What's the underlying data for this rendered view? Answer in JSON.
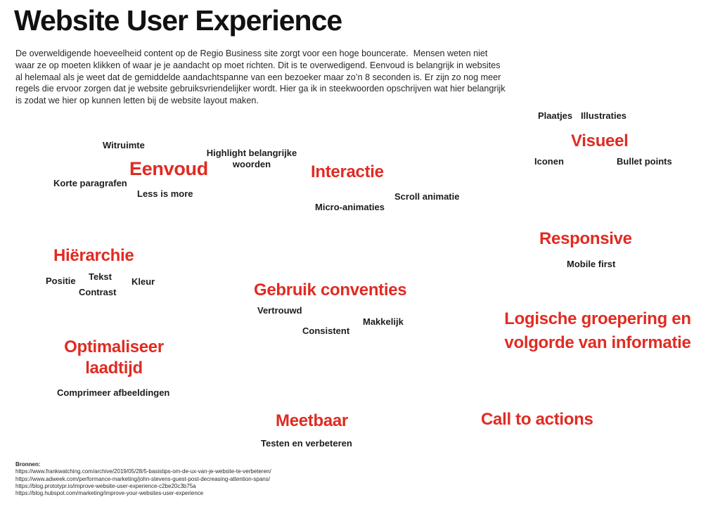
{
  "colors": {
    "accent_red": "#e02b22",
    "ink": "#1c1c1c",
    "background": "#ffffff"
  },
  "header": {
    "title": "Website User Experience",
    "intro": "De overweldigende hoeveelheid content op de Regio Business site zorgt voor een hoge bouncerate.  Mensen weten niet waar ze op moeten klikken of waar je je aandacht op moet richten. Dit is te overwedigend. Eenvoud is belangrijk in websites al helemaal als je weet dat de gemiddelde aandachtspanne van een bezoeker maar zo’n 8 seconden is. Er zijn zo nog meer regels die ervoor zorgen dat je website gebruiksvriendelijker wordt. Hier ga ik in steekwoorden opschrijven wat hier belangrijk is zodat we hier op kunnen letten bij de website layout maken."
  },
  "headings": {
    "eenvoud": "Eenvoud",
    "interactie": "Interactie",
    "visueel": "Visueel",
    "responsive": "Responsive",
    "hierarchie": "Hiërarchie",
    "gebruik_conventies": "Gebruik conventies",
    "logische_groepering": "Logische groepering en volgorde van informatie",
    "optimaliseer_laadtijd": "Optimaliseer laadtijd",
    "meetbaar": "Meetbaar",
    "call_to_actions": "Call to actions"
  },
  "keywords": {
    "witruimte": "Witruimte",
    "highlight_belangrijke_woorden": "Highlight belangrijke woorden",
    "korte_paragrafen": "Korte paragrafen",
    "less_is_more": "Less is more",
    "scroll_animatie": "Scroll animatie",
    "micro_animaties": "Micro-animaties",
    "plaatjes": "Plaatjes",
    "illustraties": "Illustraties",
    "iconen": "Iconen",
    "bullet_points": "Bullet points",
    "mobile_first": "Mobile first",
    "positie": "Positie",
    "tekst": "Tekst",
    "kleur": "Kleur",
    "contrast": "Contrast",
    "vertrouwd": "Vertrouwd",
    "makkelijk": "Makkelijk",
    "consistent": "Consistent",
    "comprimeer_afbeeldingen": "Comprimeer afbeeldingen",
    "testen_en_verbeteren": "Testen en verbeteren"
  },
  "sources": {
    "heading": "Bronnen:",
    "urls": [
      "https://www.frankwatching.com/archive/2019/05/28/5-basistips-om-de-ux-van-je-website-te-verbeteren/",
      "https://www.adweek.com/performance-marketing/john-stevens-guest-post-decreasing-attention-spans/",
      "https://blog.prototypr.io/improve-website-user-experience-c2be20c3b75a",
      "https://blog.hubspot.com/marketing/improve-your-websites-user-experience"
    ]
  }
}
